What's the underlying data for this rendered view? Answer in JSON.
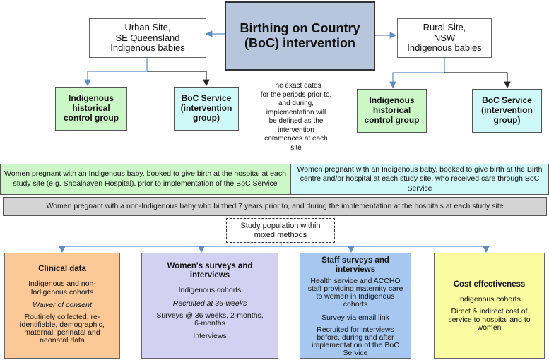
{
  "title": [
    "Birthing on Country",
    "(BoC) intervention"
  ],
  "urban_site": [
    "Urban Site,",
    "SE Queensland",
    "Indigenous babies"
  ],
  "rural_site": [
    "Rural Site,",
    "NSW",
    "Indigenous babies"
  ],
  "urban_control": [
    "Indigenous",
    "historical",
    "control group"
  ],
  "urban_service": [
    "BoC Service",
    "(intervention",
    "group)"
  ],
  "rural_control": [
    "Indigenous",
    "historical",
    "control group"
  ],
  "rural_service": [
    "BoC Service",
    "(intervention",
    "group)"
  ],
  "dates_note": [
    "The exact dates",
    "for the periods prior to,",
    "and during,",
    "implementation will",
    "be defined as the",
    "intervention",
    "commences at each",
    "site"
  ],
  "pregnant_control": "Women pregnant with an Indigenous baby, booked to give birth at the hospital at each study site (e.g. Shoalhaven Hospital), prior to implementation of the BoC Service",
  "pregnant_service": "Women pregnant with an Indigenous baby, booked to give birth at the Birth centre and/or hospital at each study site, who received care through BoC Service",
  "non_indigenous": "Women pregnant with a non-Indigenous baby who birthed 7 years prior to, and during the implementation at the hospitals at each study site",
  "study_population": [
    "Study population within",
    "mixed methods"
  ],
  "clinical": {
    "heading": "Clinical data",
    "cohorts": "Indigenous and non-Indigenous cohorts",
    "consent": "Waiver of consent",
    "data": "Routinely collected, re-identifiable, demographic, maternal, perinatal and neonatal data"
  },
  "women": {
    "heading": "Women's surveys and interviews",
    "cohorts": "Indigenous cohorts",
    "recruited": "Recruited at 36-weeks",
    "surveys": "Surveys @ 36 weeks, 2-months, 6-months",
    "interviews": "Interviews"
  },
  "staff": {
    "heading": "Staff surveys and interviews",
    "who": "Health service and ACCHO staff providing maternity care to women in Indigenous cohorts",
    "survey": "Survey via email link",
    "recruited": "Recruited for interviews before, during and after implementation of the BoC Service"
  },
  "cost": {
    "heading": "Cost effectiveness",
    "cohorts": "Indigenous cohorts",
    "detail": "Direct & indirect cost of service to hospital and to women"
  },
  "colors": {
    "title_fill": "#b7c5dd",
    "green": "#ccf7c7",
    "cyan": "#cff8f8",
    "orange": "#fbc896",
    "lilac": "#d3d1f1",
    "blue": "#a6c8f0",
    "yellow": "#fbfba0",
    "gray": "#d4d4d4",
    "arrow_blue": "#5b8cc8"
  }
}
